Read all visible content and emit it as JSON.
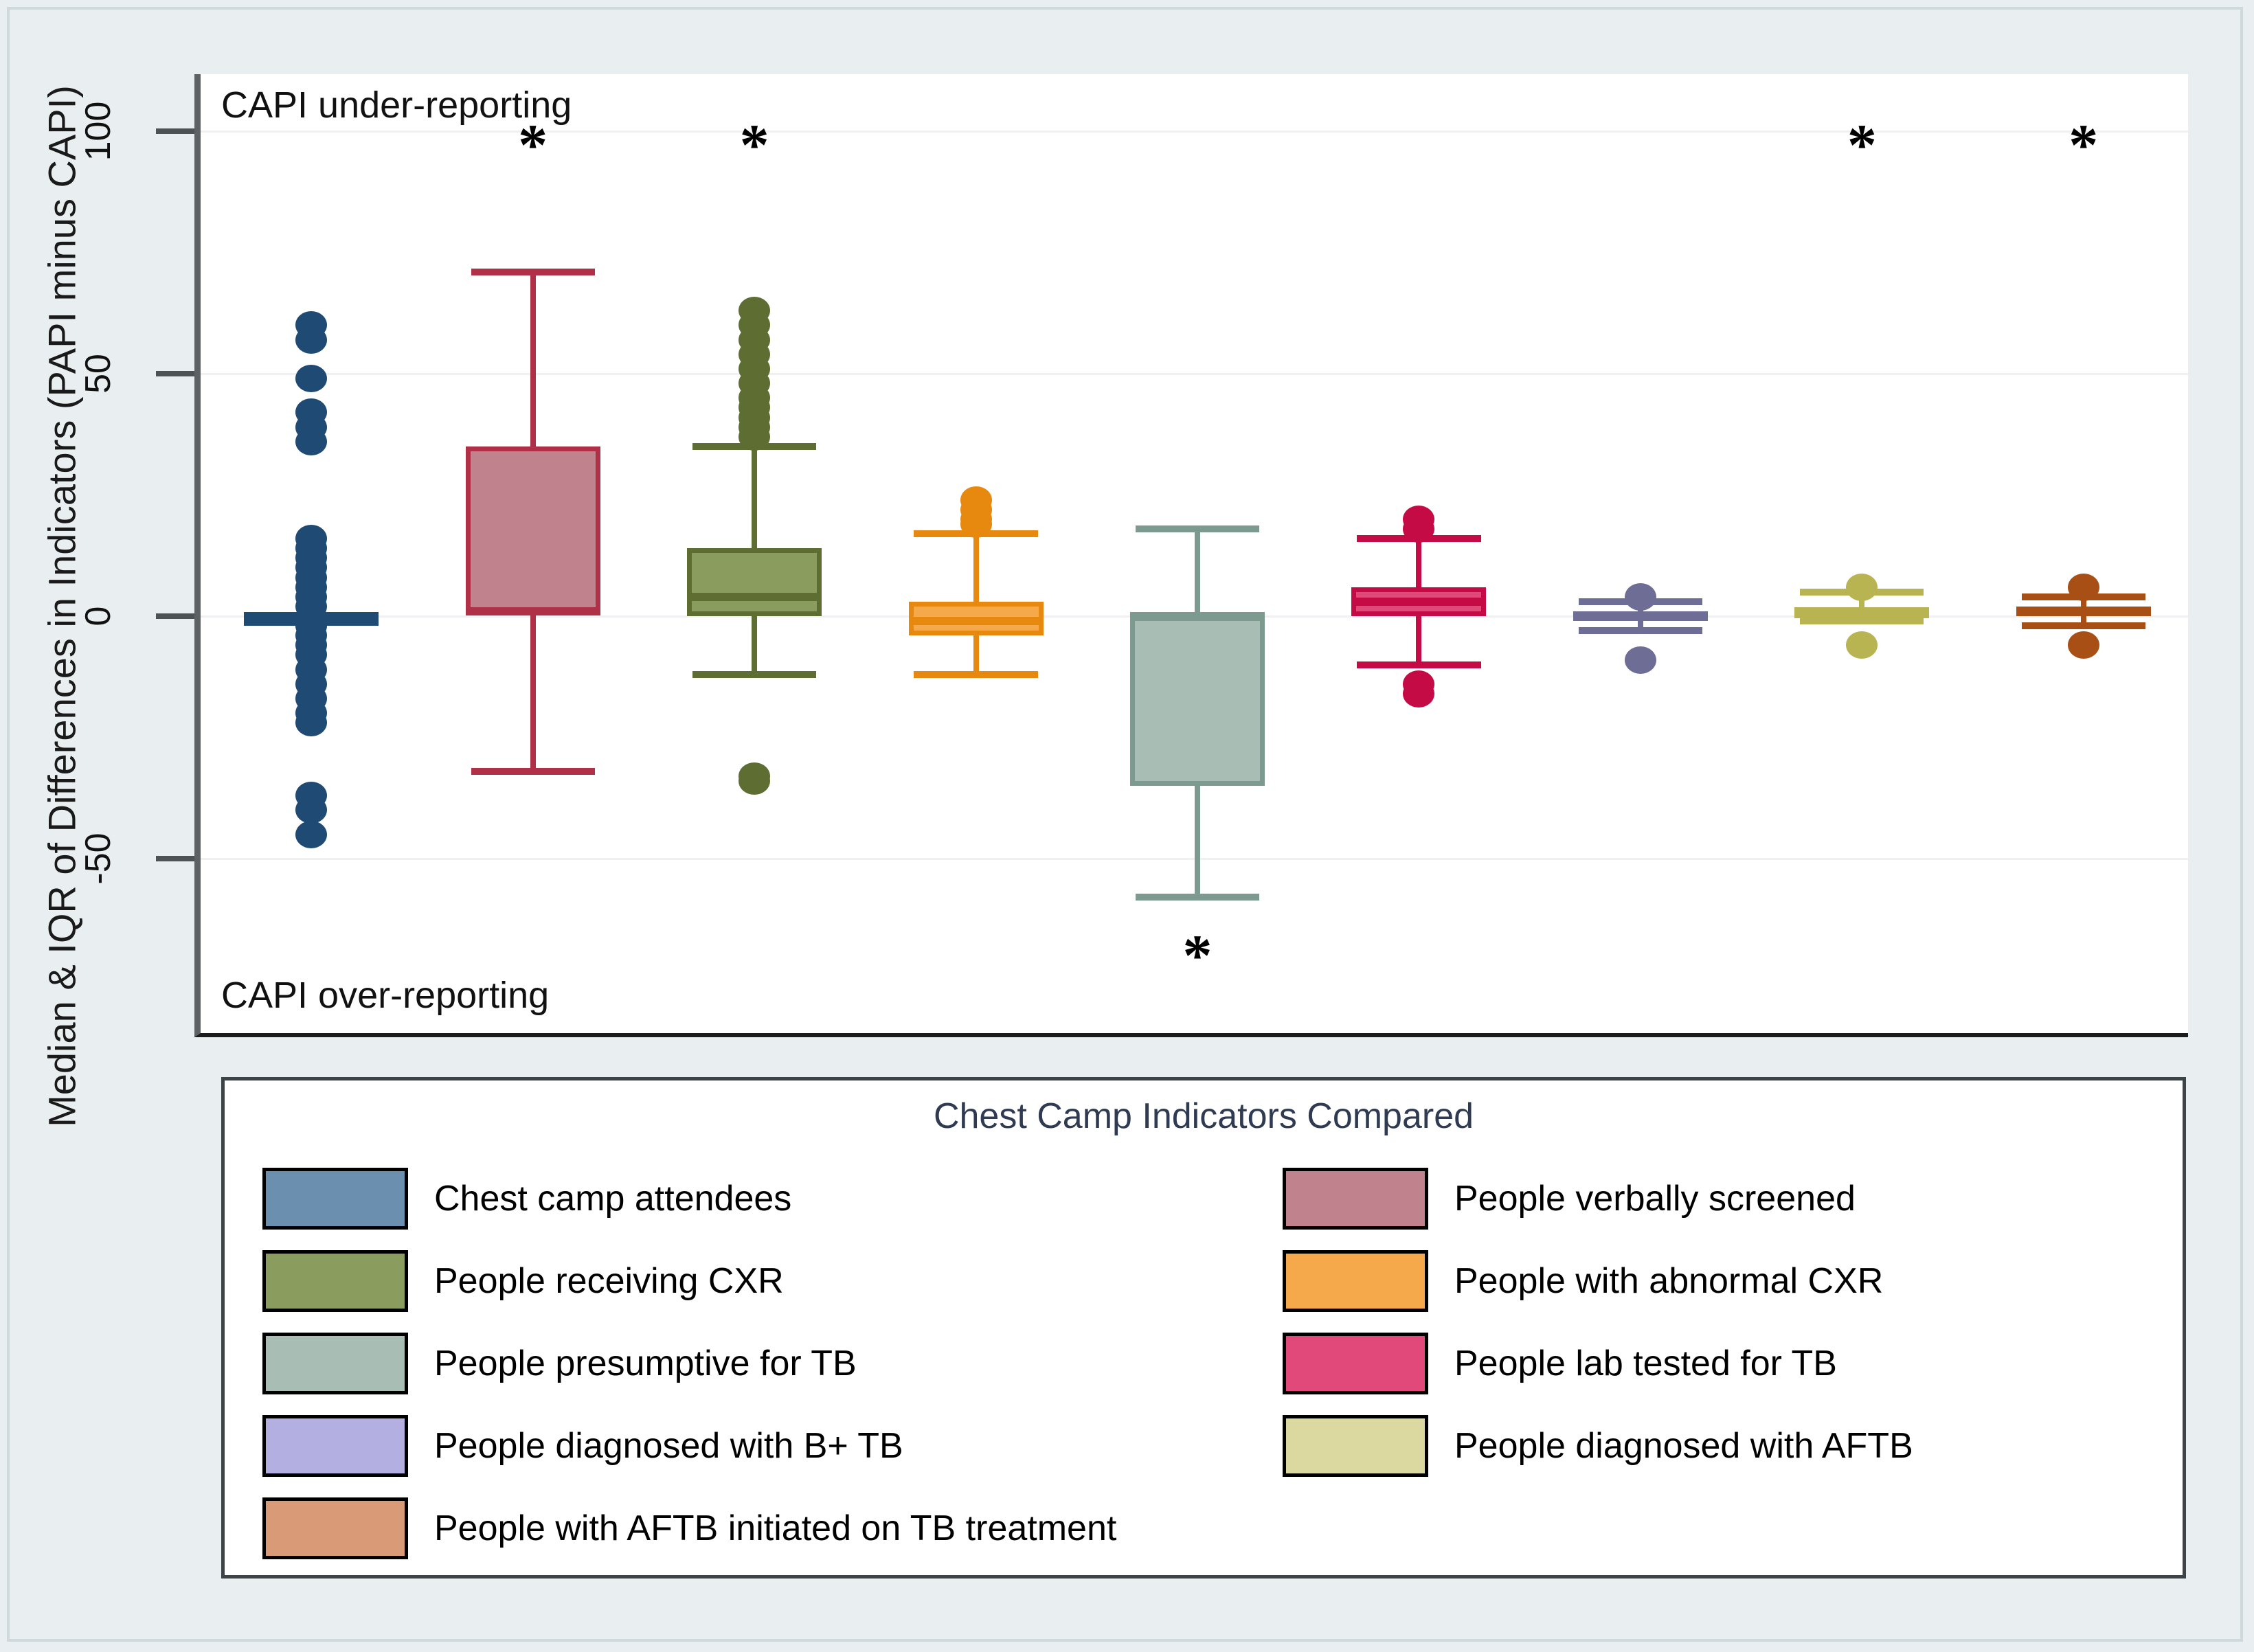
{
  "axis": {
    "ylabel": "Median & IQR of Differences in Indicators (PAPI minus CAPI)",
    "ticks": [
      {
        "value": 100,
        "label": "100"
      },
      {
        "value": 50,
        "label": "50"
      },
      {
        "value": 0,
        "label": "0"
      },
      {
        "value": -50,
        "label": "-50"
      }
    ]
  },
  "annotations": {
    "top_note": "CAPI under-reporting",
    "bottom_note": "CAPI over-reporting",
    "significance_marker": "*"
  },
  "legend": {
    "title": "Chest Camp Indicators Compared",
    "left_column": [
      {
        "label": "Chest camp attendees",
        "color": "#6b8fae"
      },
      {
        "label": "People receiving CXR",
        "color": "#8a9d5f"
      },
      {
        "label": "People presumptive for TB",
        "color": "#a8bdb4"
      },
      {
        "label": "People diagnosed with B+ TB",
        "color": "#b3afe0"
      }
    ],
    "right_column": [
      {
        "label": "People verbally screened",
        "color": "#c0828c"
      },
      {
        "label": "People with abnormal CXR",
        "color": "#f5a94a"
      },
      {
        "label": "People lab tested for TB",
        "color": "#e0497a"
      },
      {
        "label": "People diagnosed with AFTB",
        "color": "#dcd9a0"
      }
    ],
    "full_width_row": {
      "label": "People with AFTB initiated on TB treatment",
      "color": "#d99a78"
    }
  },
  "chart_data": {
    "type": "box",
    "title": "",
    "xlabel": "",
    "ylabel": "Median & IQR of Differences in Indicators (PAPI minus CAPI)",
    "ylim": [
      -75,
      110
    ],
    "yticks": [
      -50,
      0,
      50,
      100
    ],
    "grid": true,
    "legend_position": "bottom",
    "categories": [
      "Chest camp attendees",
      "People verbally screened",
      "People receiving CXR",
      "People with abnormal CXR",
      "People presumptive for TB",
      "People lab tested for TB",
      "People diagnosed with B+ TB",
      "People diagnosed with AFTB",
      "People with AFTB initiated on TB treatment"
    ],
    "boxes": [
      {
        "name": "Chest camp attendees",
        "fill": "#6b8fae",
        "stroke": "#1f4a74",
        "q1": 0,
        "median": 0,
        "q3": 0,
        "whisker_low": 0,
        "whisker_high": 0,
        "significant": false,
        "outliers": [
          60,
          57,
          49,
          42,
          39,
          36,
          16,
          14,
          12,
          10,
          8,
          6,
          4,
          2,
          -2,
          -4,
          -6,
          -8,
          -11,
          -14,
          -17,
          -20,
          -22,
          -37,
          -40,
          -45
        ]
      },
      {
        "name": "People verbally screened",
        "fill": "#c0828c",
        "stroke": "#b03048",
        "q1": 0.5,
        "median": 1,
        "q3": 35,
        "whisker_low": -32,
        "whisker_high": 71,
        "significant": true,
        "significance_side": "top",
        "outliers": []
      },
      {
        "name": "People receiving CXR",
        "fill": "#8a9d5f",
        "stroke": "#5e6e33",
        "q1": 0,
        "median": 4,
        "q3": 14,
        "whisker_low": -12,
        "whisker_high": 35,
        "significant": true,
        "significance_side": "top",
        "outliers": [
          63,
          60,
          57,
          54,
          51,
          48,
          45,
          43,
          41,
          39,
          37,
          -33,
          -34
        ]
      },
      {
        "name": "People with abnormal CXR",
        "fill": "#f5a94a",
        "stroke": "#e8890f",
        "q1": -4,
        "median": -1,
        "q3": 3,
        "whisker_low": -12,
        "whisker_high": 17,
        "significant": false,
        "outliers": [
          24,
          22,
          20,
          19
        ]
      },
      {
        "name": "People presumptive for TB",
        "fill": "#a8bdb4",
        "stroke": "#7d9a90",
        "q1": -35,
        "median": 0,
        "q3": 0,
        "whisker_low": -58,
        "whisker_high": 18,
        "significant": true,
        "significance_side": "bottom",
        "outliers": []
      },
      {
        "name": "People lab tested for TB",
        "fill": "#e0497a",
        "stroke": "#c40b45",
        "q1": 0,
        "median": 3,
        "q3": 6,
        "whisker_low": -10,
        "whisker_high": 16,
        "significant": false,
        "outliers": [
          20,
          18,
          -14,
          -16
        ]
      },
      {
        "name": "People diagnosed with B+ TB",
        "fill": "#b3afe0",
        "stroke": "#6e6d96",
        "q1": -1,
        "median": 0,
        "q3": 1,
        "whisker_low": -3,
        "whisker_high": 3,
        "significant": false,
        "outliers": [
          4,
          -9
        ]
      },
      {
        "name": "People diagnosed with AFTB",
        "fill": "#dcd9a0",
        "stroke": "#b8b452",
        "q1": 0,
        "median": 1,
        "q3": 1.5,
        "whisker_low": -1,
        "whisker_high": 5,
        "significant": true,
        "significance_side": "top",
        "outliers": [
          6,
          -6
        ]
      },
      {
        "name": "People with AFTB initiated on TB treatment",
        "fill": "#d99a78",
        "stroke": "#a84f16",
        "q1": 0,
        "median": 1,
        "q3": 2,
        "whisker_low": -2,
        "whisker_high": 4,
        "significant": true,
        "significance_side": "top",
        "outliers": [
          6,
          -6
        ]
      }
    ]
  }
}
